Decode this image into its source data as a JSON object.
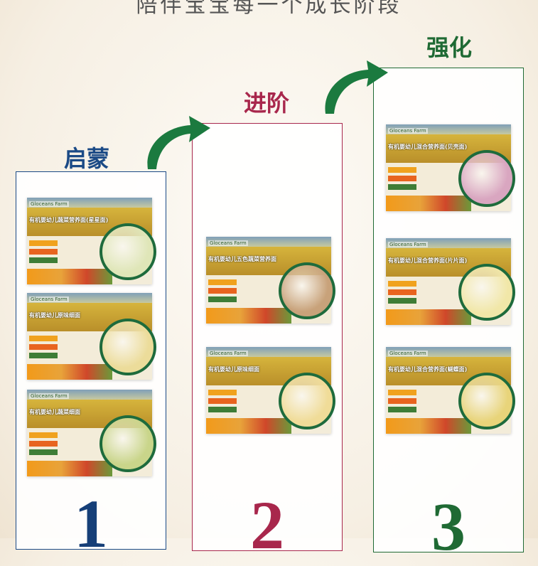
{
  "title": "陪伴宝宝每一个成长阶段",
  "colors": {
    "stage1": "#1b4a86",
    "stage2": "#a8274c",
    "stage3": "#1f6a34",
    "arrow": "#1b7a3f"
  },
  "columns": [
    {
      "stage": "启蒙",
      "number": "1",
      "products": [
        {
          "brand": "Gloceans Farm",
          "name": "有机婴幼儿蔬菜营养面(星星面)",
          "pasta": "#dfe6b8"
        },
        {
          "brand": "Gloceans Farm",
          "name": "有机婴幼儿原味细面",
          "pasta": "#ecdc9a"
        },
        {
          "brand": "Gloceans Farm",
          "name": "有机婴幼儿蔬菜细面",
          "pasta": "#c9d58a"
        }
      ]
    },
    {
      "stage": "进阶",
      "number": "2",
      "products": [
        {
          "brand": "Gloceans Farm",
          "name": "有机婴幼儿五色蔬菜营养面",
          "pasta": "#c8a27a"
        },
        {
          "brand": "Gloceans Farm",
          "name": "有机婴幼儿原味细面",
          "pasta": "#f0dc98"
        }
      ]
    },
    {
      "stage": "强化",
      "number": "3",
      "products": [
        {
          "brand": "Gloceans Farm",
          "name": "有机婴幼儿混合营养面(贝壳面)",
          "pasta": "#d9a6c0"
        },
        {
          "brand": "Gloceans Farm",
          "name": "有机婴幼儿混合营养面(片片面)",
          "pasta": "#f1e7a8"
        },
        {
          "brand": "Gloceans Farm",
          "name": "有机婴幼儿混合营养面(蝴蝶面)",
          "pasta": "#e8d47a"
        }
      ]
    }
  ]
}
